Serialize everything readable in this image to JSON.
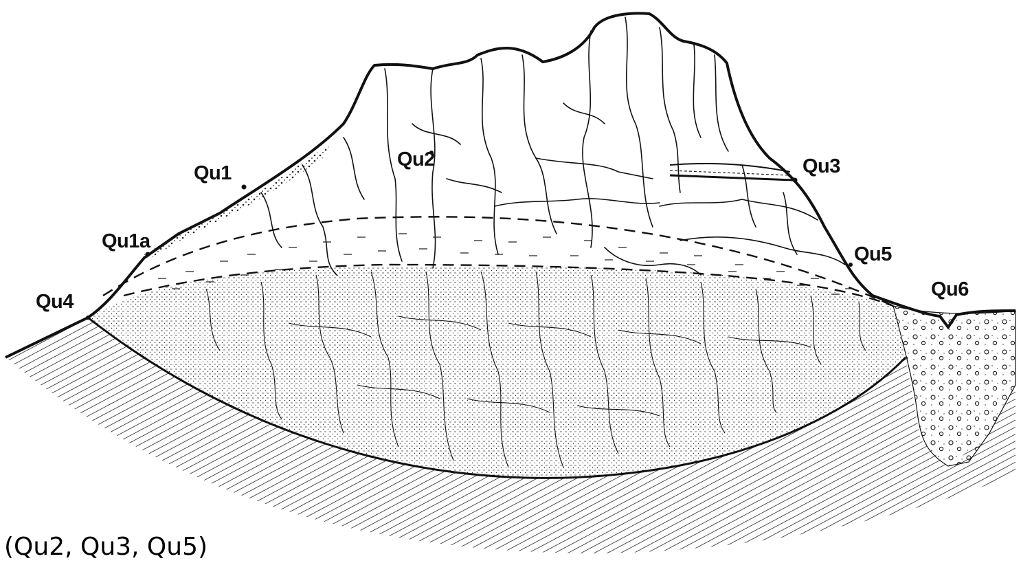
{
  "labels": {
    "qu1": "Qu1",
    "qu1a": "Qu1a",
    "qu2": "Qu2",
    "qu3": "Qu3",
    "qu4": "Qu4",
    "qu5": "Qu5",
    "qu6": "Qu6"
  },
  "caption": "(Qu2, Qu3, Qu5)"
}
